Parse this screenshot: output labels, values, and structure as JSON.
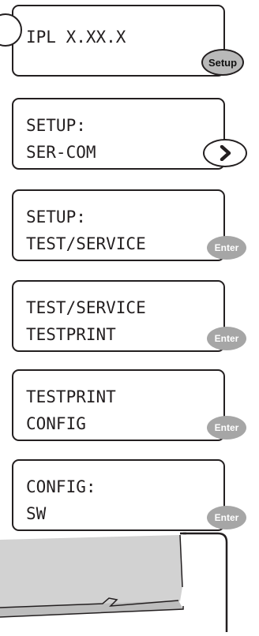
{
  "screens": [
    {
      "line1": "IPL X.XX.X",
      "line2": "",
      "key": "setup",
      "key_label": "Setup"
    },
    {
      "line1": "SETUP:",
      "line2": "SER-COM",
      "key": "next",
      "key_label": ""
    },
    {
      "line1": "SETUP:",
      "line2": "TEST/SERVICE",
      "key": "enter",
      "key_label": "Enter"
    },
    {
      "line1": "TEST/SERVICE",
      "line2": "TESTPRINT",
      "key": "enter",
      "key_label": "Enter"
    },
    {
      "line1": "TESTPRINT",
      "line2": "CONFIG",
      "key": "enter",
      "key_label": "Enter"
    },
    {
      "line1": "CONFIG:",
      "line2": "SW",
      "key": "enter",
      "key_label": "Enter"
    }
  ],
  "colors": {
    "outline": "#231f20",
    "key_grey": "#a6a6a6",
    "setup_grey": "#b9b9b9",
    "printer_grey": "#cfcfcf"
  }
}
